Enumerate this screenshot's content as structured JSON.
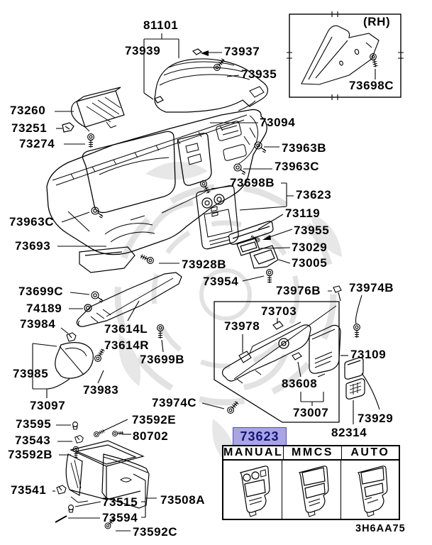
{
  "figure_code": "3H6AA75",
  "rh_marker": "(RH)",
  "highlight": {
    "part": "73623"
  },
  "table": {
    "headers": [
      "MANUAL",
      "MMCS",
      "AUTO"
    ]
  },
  "colors": {
    "highlight_bg": "#a9a5e3",
    "highlight_border": "#514bc4",
    "highlight_text": "#141478",
    "line": "#000000",
    "watermark": "#c9c9c9"
  },
  "parts": {
    "p81101": "81101",
    "p73939": "73939",
    "p73937": "73937",
    "p73935": "73935",
    "p73698C": "73698C",
    "p73260": "73260",
    "p73251": "73251",
    "p73274": "73274",
    "p73094": "73094",
    "p73963B": "73963B",
    "p73963C": "73963C",
    "p73698B": "73698B",
    "p73623": "73623",
    "p73119": "73119",
    "p73955": "73955",
    "p73029": "73029",
    "p73005": "73005",
    "p73693": "73693",
    "p73928B": "73928B",
    "p73954": "73954",
    "p73699C": "73699C",
    "p74189": "74189",
    "p73984": "73984",
    "p73614L": "73614L",
    "p73614R": "73614R",
    "p73699B": "73699B",
    "p73985": "73985",
    "p73983": "73983",
    "p73097": "73097",
    "p73976B": "73976B",
    "p73974B": "73974B",
    "p73703": "73703",
    "p73978": "73978",
    "p73109": "73109",
    "p83608": "83608",
    "p73007": "73007",
    "p73929": "73929",
    "p82314": "82314",
    "p73974C": "73974C",
    "p73595": "73595",
    "p73592E": "73592E",
    "p80702": "80702",
    "p73543": "73543",
    "p73592B": "73592B",
    "p73541": "73541",
    "p73515": "73515",
    "p73508A": "73508A",
    "p73594": "73594",
    "p73592C": "73592C"
  }
}
